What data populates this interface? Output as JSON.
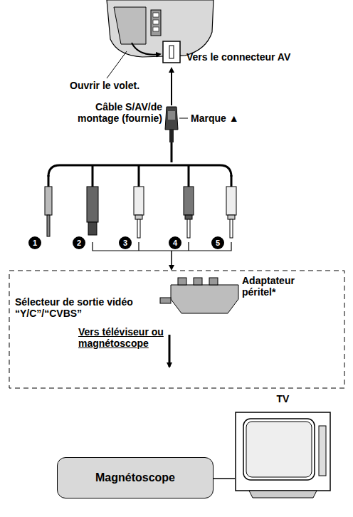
{
  "diagram": {
    "nodes": [
      {
        "text": [
          "Sélecteur de sortie vidéo “Y/C”/“CVBS”",
          "Adaptateur péritel*",
          "Vers téléviseur ou magnétoscope"
        ]
      },
      {
        "text": [
          "TV"
        ]
      },
      {
        "text": [
          "Magnétoscope"
        ]
      }
    ],
    "edges": [
      {
        "from": 2,
        "to": 1,
        "arrow": "none"
      }
    ],
    "labels": [
      "Vers le connecteur AV",
      "Ouvrir le volet.",
      "Câble S/AV/de montage (fournie)",
      "Marque ▲",
      "1",
      "2",
      "3",
      "4",
      "5"
    ]
  }
}
